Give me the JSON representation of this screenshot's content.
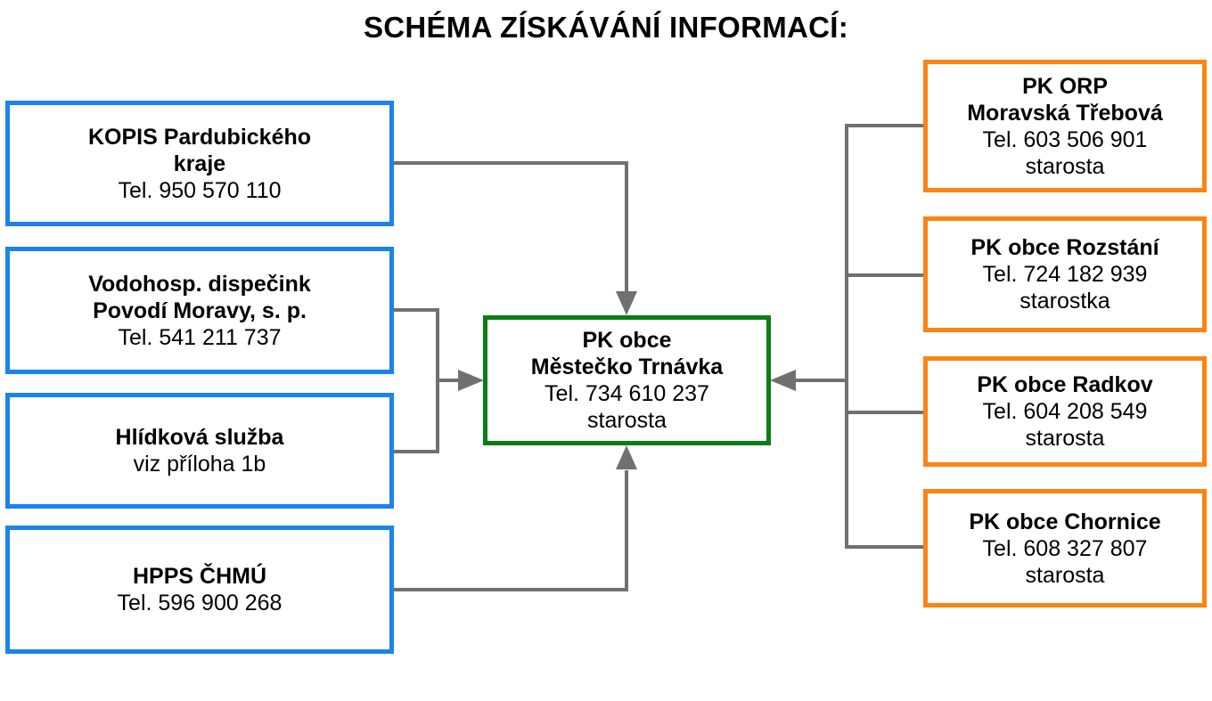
{
  "title": "SCHÉMA ZÍSKÁVÁNÍ INFORMACÍ:",
  "colors": {
    "sources_border": "#1a83f0",
    "center_border": "#0a7d14",
    "municipalities_border": "#fb8413",
    "connector": "#707070"
  },
  "sources": [
    {
      "name_line1": "KOPIS Pardubického",
      "name_line2": "kraje",
      "detail": "Tel. 950 570 110"
    },
    {
      "name_line1": "Vodohosp. dispečink",
      "name_line2": "Povodí Moravy, s. p.",
      "detail": "Tel. 541 211 737"
    },
    {
      "name_line1": "Hlídková služba",
      "detail": "viz příloha 1b"
    },
    {
      "name_line1": "HPPS ČHMÚ",
      "detail": "Tel. 596 900 268"
    }
  ],
  "center": {
    "name_line1": "PK obce",
    "name_line2": "Městečko Trnávka",
    "phone": "Tel. 734 610 237",
    "role": "starosta"
  },
  "municipalities": [
    {
      "name_line1": "PK ORP",
      "name_line2": "Moravská Třebová",
      "phone": "Tel. 603 506 901",
      "role": "starosta"
    },
    {
      "name_line1": "PK obce Rozstání",
      "phone": "Tel. 724 182 939",
      "role": "starostka"
    },
    {
      "name_line1": "PK obce Radkov",
      "phone": "Tel. 604 208 549",
      "role": "starosta"
    },
    {
      "name_line1": "PK obce Chornice",
      "phone": "Tel. 608 327 807",
      "role": "starosta"
    }
  ]
}
